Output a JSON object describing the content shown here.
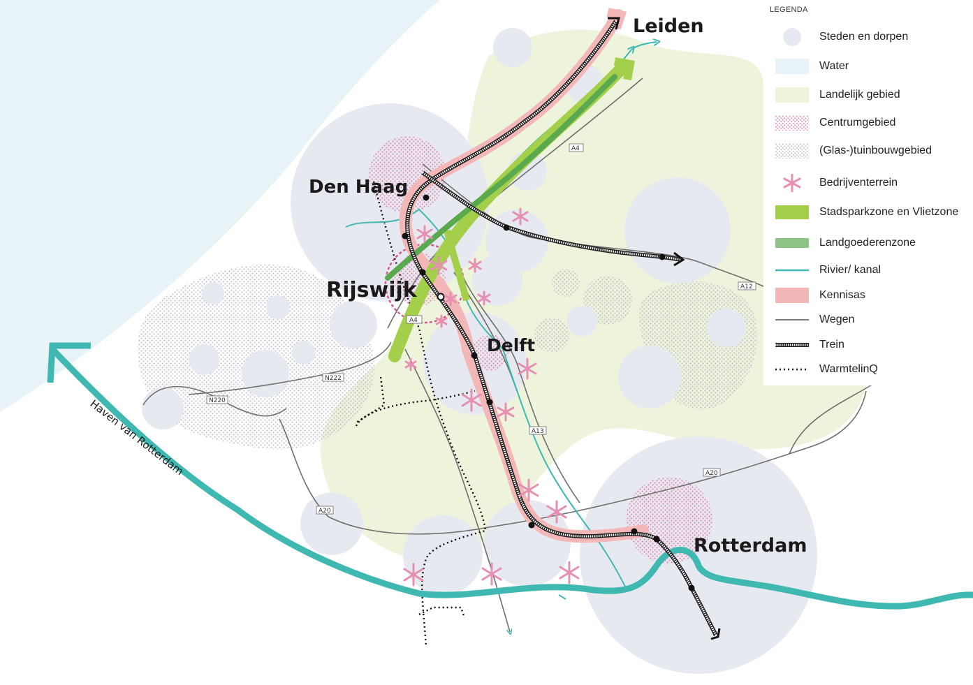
{
  "legend": {
    "title": "LEGENDA",
    "items": [
      {
        "key": "cities",
        "label": "Steden en dorpen",
        "icon": "city-circle-icon"
      },
      {
        "key": "water",
        "label": "Water",
        "icon": "water-swatch-icon"
      },
      {
        "key": "rural",
        "label": "Landelijk gebied",
        "icon": "rural-swatch-icon"
      },
      {
        "key": "centre",
        "label": "Centrumgebied",
        "icon": "centre-dots-icon"
      },
      {
        "key": "greenhouse",
        "label": "(Glas-)tuinbouwgebied",
        "icon": "greenhouse-dots-icon"
      },
      {
        "key": "business",
        "label": "Bedrijventerrein",
        "icon": "asterisk-icon"
      },
      {
        "key": "citypark",
        "label": "Stadsparkzone en Vlietzone",
        "icon": "citypark-swatch-icon"
      },
      {
        "key": "estates",
        "label": "Landgoederenzone",
        "icon": "estates-swatch-icon"
      },
      {
        "key": "river",
        "label": "Rivier/ kanal",
        "icon": "river-line-icon"
      },
      {
        "key": "knowledge",
        "label": "Kennisas",
        "icon": "knowledge-swatch-icon"
      },
      {
        "key": "roads",
        "label": "Wegen",
        "icon": "road-line-icon"
      },
      {
        "key": "train",
        "label": "Trein",
        "icon": "train-line-icon"
      },
      {
        "key": "heat",
        "label": "WarmtelinQ",
        "icon": "dotted-line-icon"
      }
    ]
  },
  "places": {
    "leiden": "Leiden",
    "den_haag": "Den Haag",
    "rijswijk": "Rijswijk",
    "delft": "Delft",
    "rotterdam": "Rotterdam",
    "harbour": "Haven van Rotterdam"
  },
  "roads": {
    "a4_north": "A4",
    "a4_south": "A4",
    "a12": "A12",
    "a13": "A13",
    "a20_east": "A20",
    "a20_west": "A20",
    "n220": "N220",
    "n222": "N222"
  },
  "colors": {
    "city": "#e6eaf0",
    "water": "#e8f3f8",
    "rural": "#eef4dc",
    "centre": "#e389b0",
    "greenhouse": "#bfc3cc",
    "business": "#e58fb2",
    "citypark": "#a3cf4a",
    "estates": "#5aa94e",
    "river": "#3fb8b1",
    "knowledge": "#f3b7b7",
    "roads": "#6e6e6e",
    "train": "#222222"
  }
}
